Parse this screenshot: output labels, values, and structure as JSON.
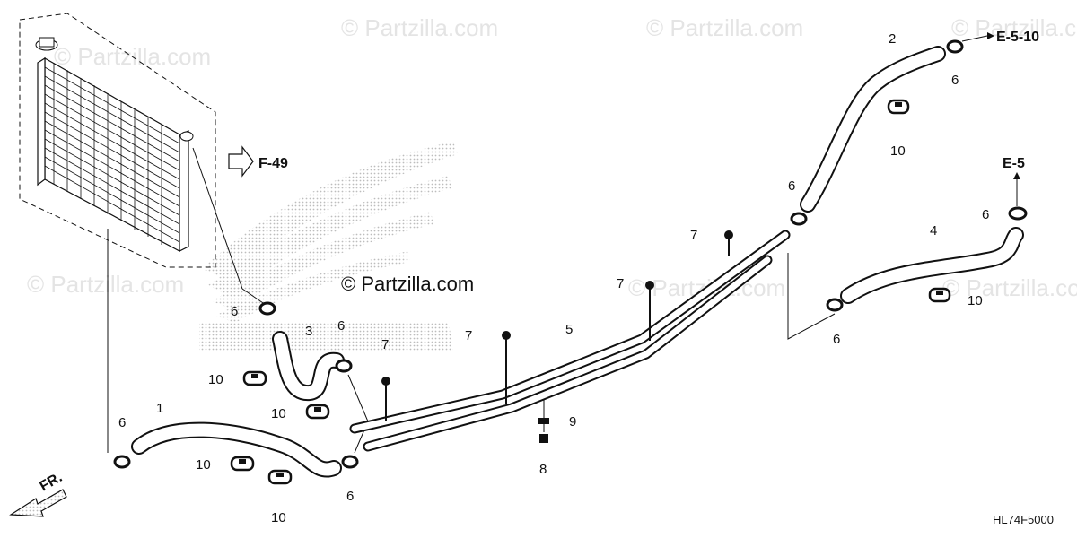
{
  "watermark": {
    "text": "© Partzilla.com",
    "center_text": "© Partzilla.com"
  },
  "references": {
    "f49": "F-49",
    "e510": "E-5-10",
    "e5": "E-5",
    "front": "FR."
  },
  "diagram_code": "HL74F5000",
  "part_labels": {
    "p1": "1",
    "p2": "2",
    "p3": "3",
    "p4": "4",
    "p5": "5",
    "p6a": "6",
    "p6b": "6",
    "p6c": "6",
    "p6d": "6",
    "p6e": "6",
    "p6f": "6",
    "p6g": "6",
    "p6h": "6",
    "p7a": "7",
    "p7b": "7",
    "p7c": "7",
    "p7d": "7",
    "p8": "8",
    "p9": "9",
    "p10a": "10",
    "p10b": "10",
    "p10c": "10",
    "p10d": "10",
    "p10e": "10",
    "p10f": "10"
  },
  "colors": {
    "line": "#111111",
    "watermark": "#e4e4e4",
    "logo_dots": "#bdbdbd"
  }
}
